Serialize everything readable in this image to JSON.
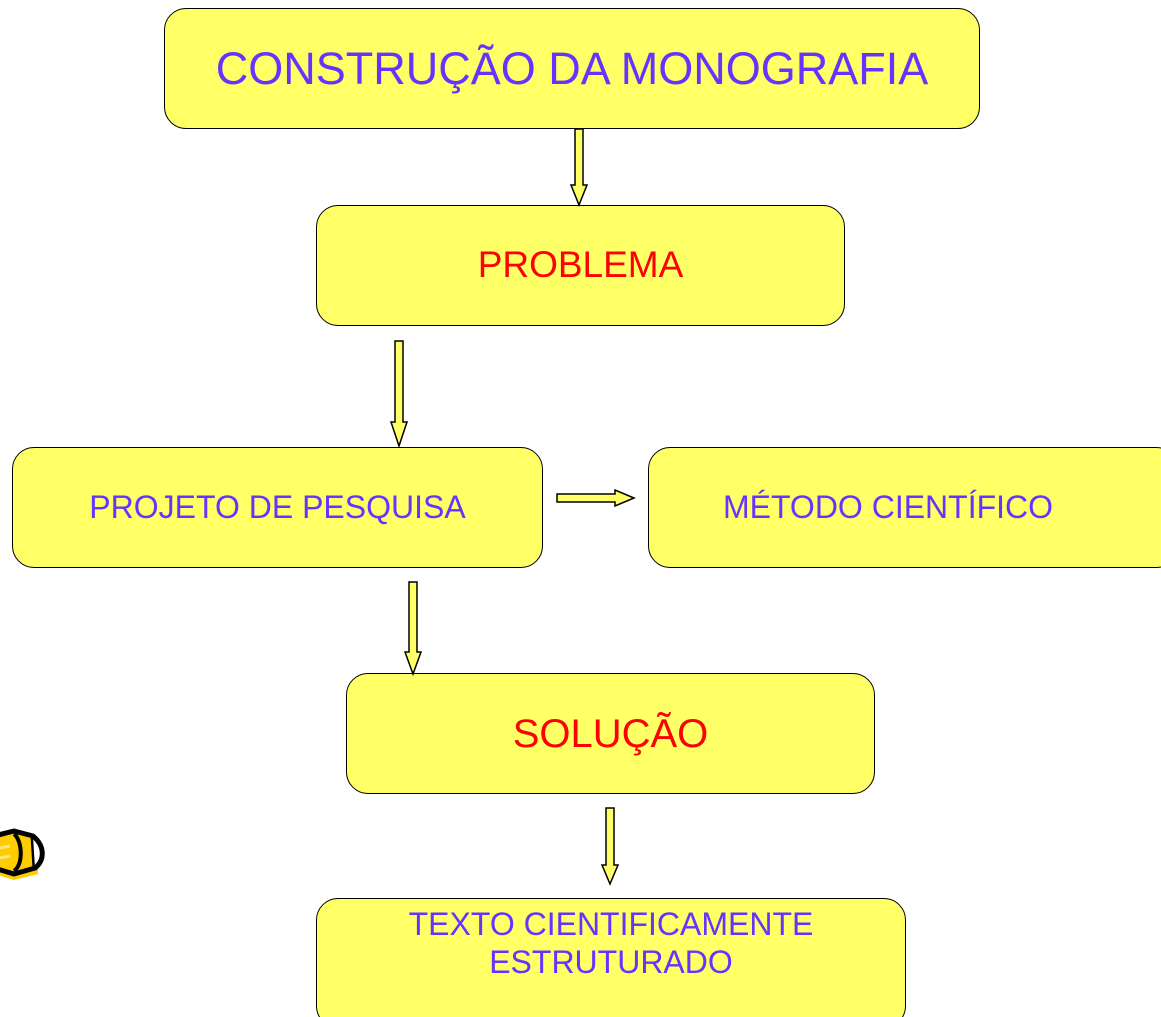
{
  "diagram": {
    "colors": {
      "box_fill": "#ffff66",
      "border": "#000000",
      "label_purple": "#6633ff",
      "label_red": "#ff0000",
      "arrow_fill": "#ffff66"
    },
    "nodes": {
      "title": "CONSTRUÇÃO DA MONOGRAFIA",
      "problem": "PROBLEMA",
      "research_project": "PROJETO DE PESQUISA",
      "scientific_method": "MÉTODO CIENTÍFICO",
      "solution": "SOLUÇÃO",
      "text_line1": "TEXTO CIENTIFICAMENTE",
      "text_line2": "ESTRUTURADO"
    },
    "edges": [
      {
        "from": "title",
        "to": "problem"
      },
      {
        "from": "problem",
        "to": "research_project"
      },
      {
        "from": "research_project",
        "to": "scientific_method"
      },
      {
        "from": "research_project",
        "to": "solution"
      },
      {
        "from": "solution",
        "to": "text"
      }
    ],
    "decoration": "pencil-icon"
  }
}
